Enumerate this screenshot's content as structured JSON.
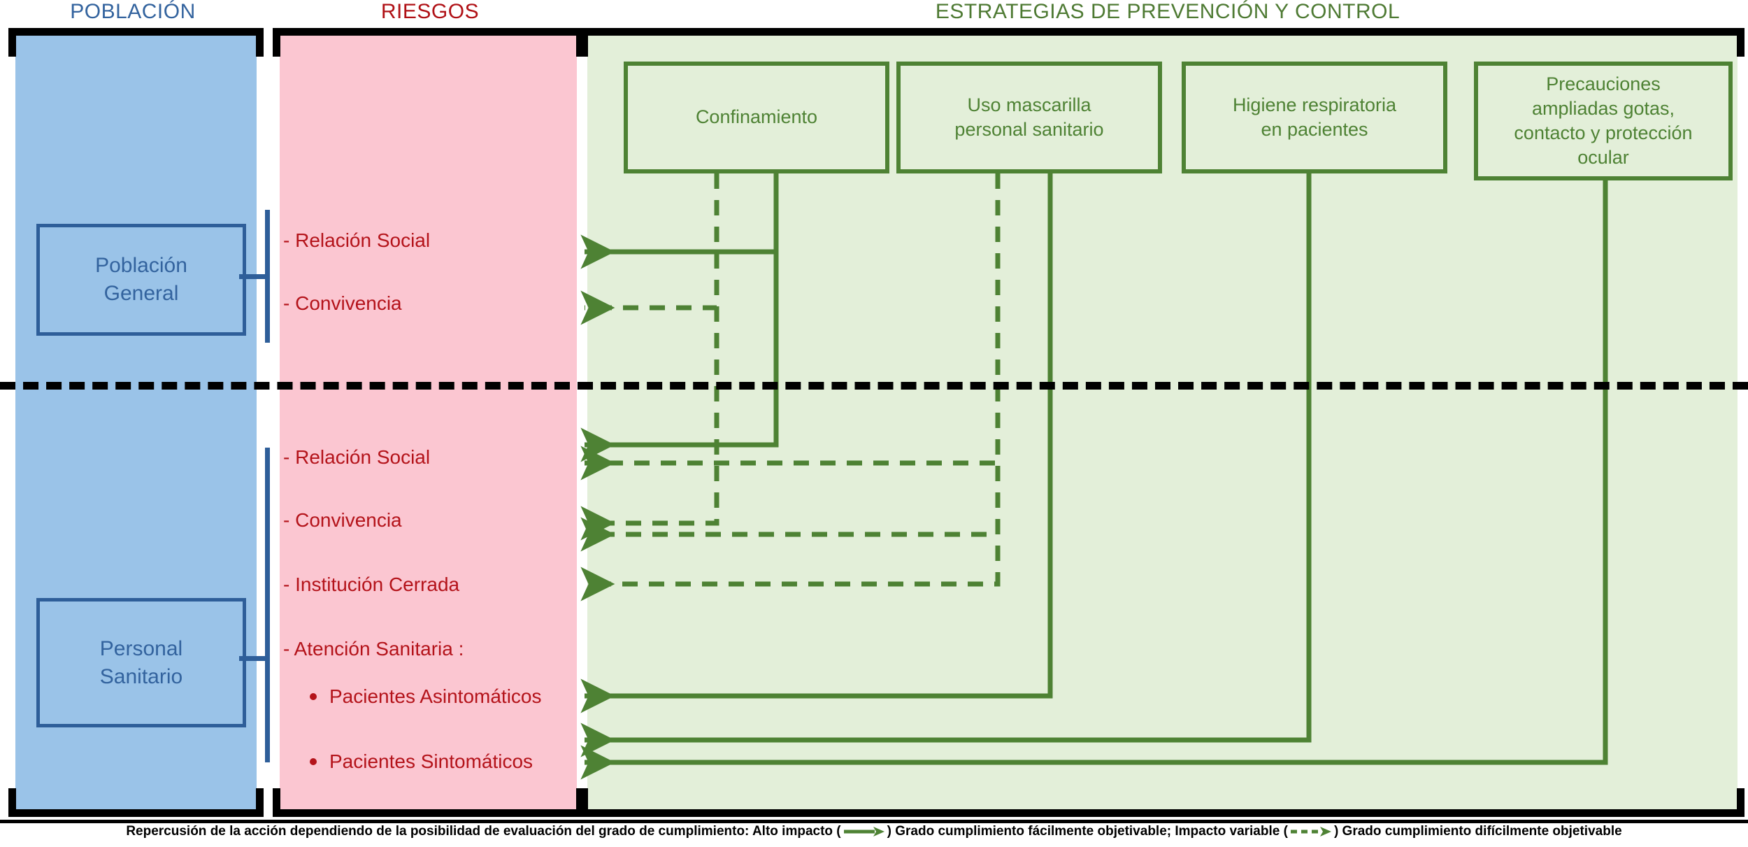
{
  "headers": {
    "poblacion": "POBLACIÓN",
    "riesgos": "RIESGOS",
    "estrategias": "ESTRATEGIAS DE PREVENCIÓN Y CONTROL"
  },
  "colors": {
    "poblacion_panel": "#9AC3E8",
    "poblacion_text": "#33639E",
    "riesgos_panel": "#FBC6D1",
    "riesgos_text": "#B4131A",
    "estrategias_panel": "#E3EFD9",
    "estrategias_text": "#4E8234",
    "frame": "#000000"
  },
  "population": {
    "general": "Población\nGeneral",
    "general_line1": "Población",
    "general_line2": "General",
    "sanitario_line1": "Personal",
    "sanitario_line2": "Sanitario"
  },
  "risks": {
    "general": [
      {
        "label": "- Relación Social"
      },
      {
        "label": "- Convivencia"
      }
    ],
    "sanitario": [
      {
        "label": "- Relación Social"
      },
      {
        "label": "- Convivencia"
      },
      {
        "label": "- Institución Cerrada"
      },
      {
        "label": "- Atención  Sanitaria :"
      }
    ],
    "sanitario_bullets": [
      {
        "label": "Pacientes  Asintomáticos"
      },
      {
        "label": "Pacientes  Sintomáticos"
      }
    ]
  },
  "strategies": [
    {
      "id": "confinamiento",
      "label": "Confinamiento"
    },
    {
      "id": "mascarilla",
      "line1": "Uso mascarilla",
      "line2": "personal sanitario"
    },
    {
      "id": "higiene",
      "line1": "Higiene respiratoria",
      "line2": "en pacientes"
    },
    {
      "id": "precauciones",
      "line1": "Precauciones",
      "line2": "ampliadas gotas,",
      "line3": "contacto y protección",
      "line4": "ocular"
    }
  ],
  "legend": {
    "part1": "Repercusión de la acción dependiendo de la posibilidad de evaluación del grado de cumplimiento: Alto impacto (",
    "part2": ") Grado cumplimiento fácilmente objetivable; Impacto variable (",
    "part3": ") Grado cumplimiento difícilmente objetivable",
    "solid_arrow_icon": "solid-arrow-icon",
    "dashed_arrow_icon": "dashed-arrow-icon"
  },
  "connections": [
    {
      "from": "confinamiento",
      "to": "general-relacion-social",
      "style": "solid"
    },
    {
      "from": "confinamiento",
      "to": "general-convivencia",
      "style": "dashed"
    },
    {
      "from": "confinamiento",
      "to": "sanitario-relacion-social",
      "style": "solid"
    },
    {
      "from": "confinamiento",
      "to": "sanitario-convivencia",
      "style": "dashed"
    },
    {
      "from": "mascarilla",
      "to": "sanitario-relacion-social-2",
      "style": "dashed"
    },
    {
      "from": "mascarilla",
      "to": "sanitario-convivencia-2",
      "style": "dashed"
    },
    {
      "from": "mascarilla",
      "to": "sanitario-institucion-cerrada",
      "style": "dashed"
    },
    {
      "from": "mascarilla",
      "to": "pacientes-asintomaticos",
      "style": "solid"
    },
    {
      "from": "higiene",
      "to": "pacientes-sintomaticos",
      "style": "solid"
    },
    {
      "from": "precauciones",
      "to": "pacientes-sintomaticos-2",
      "style": "solid"
    }
  ]
}
